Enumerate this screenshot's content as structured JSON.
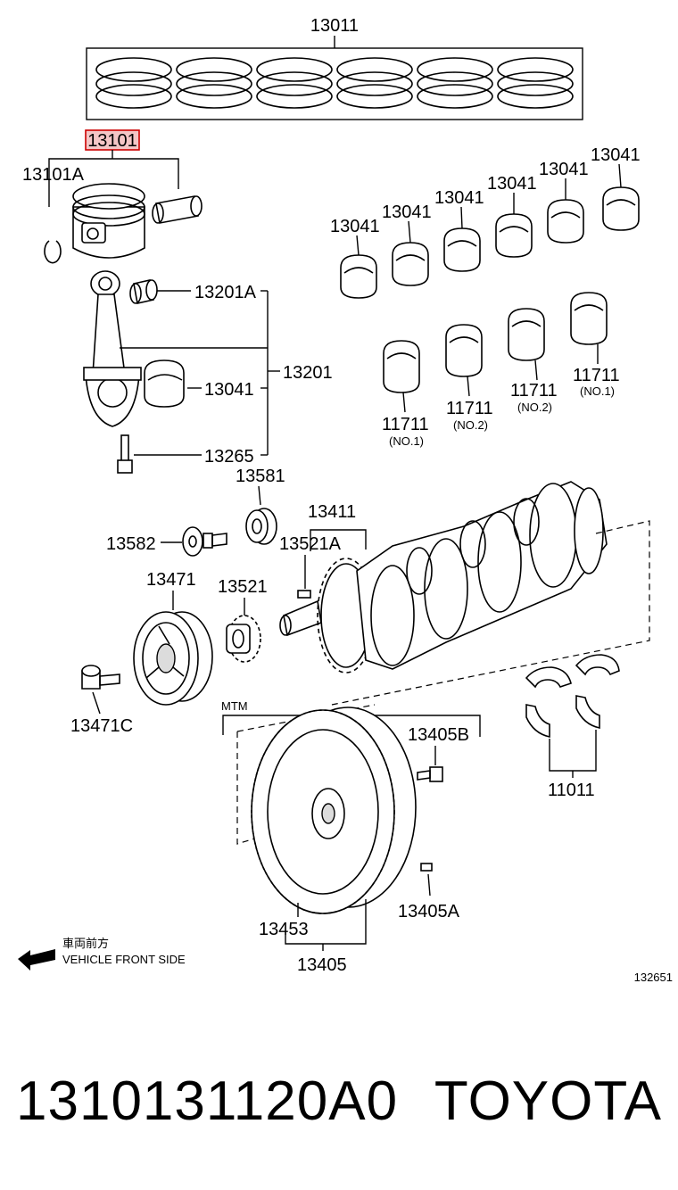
{
  "diagram": {
    "labels": {
      "ring_set": "13011",
      "piston_highlight": "13101",
      "snap_ring": "13101A",
      "rod_bushing": "13201A",
      "rod_bearing": "13041",
      "rod_assembly": "13201",
      "rod_bolt": "13265",
      "main_bearing_1": "13041",
      "main_bearing_2": "13041",
      "main_bearing_3": "13041",
      "main_bearing_4": "13041",
      "main_bearing_5": "13041",
      "main_bearing_6": "13041",
      "lower_bearing_1": "11711",
      "lower_bearing_1_note": "(NO.1)",
      "lower_bearing_2": "11711",
      "lower_bearing_2_note": "(NO.2)",
      "lower_bearing_3": "11711",
      "lower_bearing_3_note": "(NO.2)",
      "lower_bearing_4": "11711",
      "lower_bearing_4_note": "(NO.1)",
      "crank_washer": "13581",
      "pulley_bolt": "13582",
      "crankshaft": "13411",
      "crank_key": "13521A",
      "pulley": "13471",
      "timing_gear": "13521",
      "pulley_bolt_lower": "13471C",
      "mtm": "MTM",
      "flywheel_bolt": "13405B",
      "thrust_washer": "11011",
      "ring_gear": "13453",
      "flywheel_pin": "13405A",
      "flywheel": "13405",
      "front_side_jp": "車両前方",
      "front_side_en": "VEHICLE FRONT SIDE",
      "diagram_code": "132651"
    },
    "highlight_color": "#cc0000",
    "highlight_fill": "#f4c6c6"
  },
  "footer": {
    "part_number": "1310131120A0",
    "brand": "TOYOTA"
  }
}
